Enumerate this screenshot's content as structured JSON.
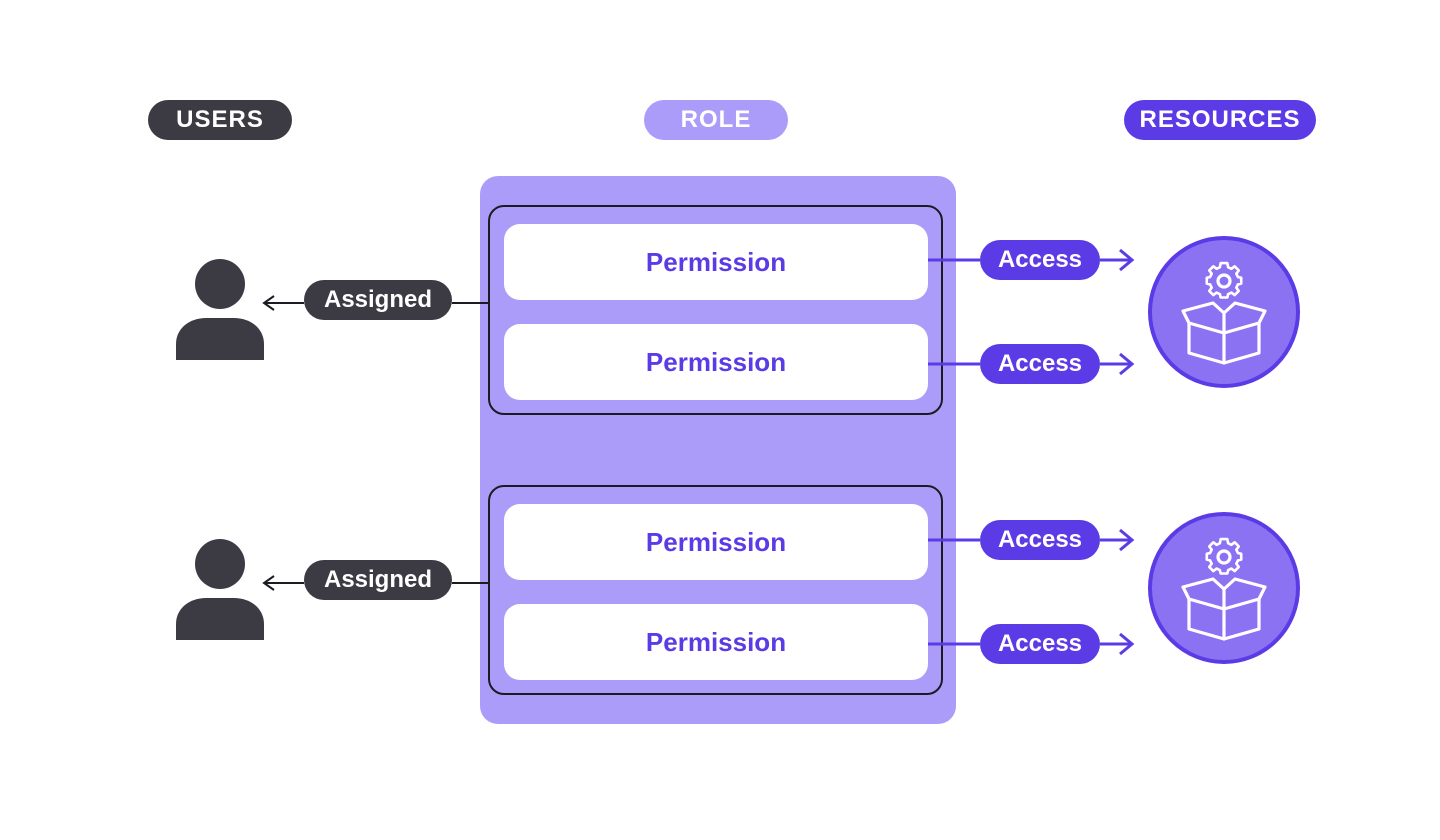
{
  "headers": {
    "users": "USERS",
    "role": "ROLE",
    "resources": "RESOURCES"
  },
  "role": {
    "groups": [
      {
        "permissions": [
          "Permission",
          "Permission"
        ]
      },
      {
        "permissions": [
          "Permission",
          "Permission"
        ]
      }
    ]
  },
  "assignments": [
    "Assigned",
    "Assigned"
  ],
  "access_labels": [
    "Access",
    "Access",
    "Access",
    "Access"
  ],
  "icons": {
    "user": "user-icon",
    "resource": "gear-box-icon"
  },
  "colors": {
    "users_header": "#3c3a43",
    "role_header": "#ab9cfa",
    "resources_header": "#5b3be6",
    "role_panel": "#ab9cfa",
    "permission_text": "#5b3be6",
    "resource_circle": "#8b72f3"
  }
}
